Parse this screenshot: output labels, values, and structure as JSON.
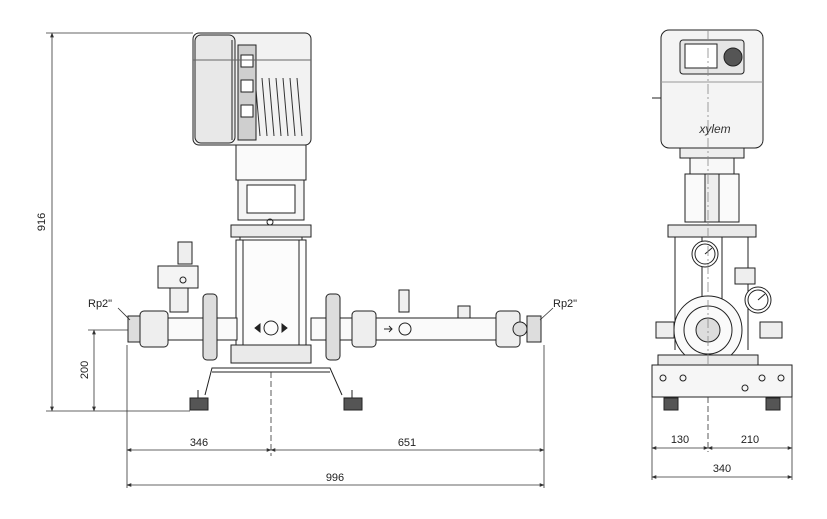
{
  "front_view": {
    "dimensions": {
      "height_total": "916",
      "height_inlet": "200",
      "left_to_axis": "346",
      "axis_to_right": "651",
      "overall_length": "996"
    },
    "connections": {
      "inlet_label": "Rp2\"",
      "outlet_label": "Rp2\""
    }
  },
  "side_view": {
    "brand": "xylem",
    "dimensions": {
      "base_left": "130",
      "base_right": "210",
      "base_total": "340"
    }
  },
  "colors": {
    "line": "#222222",
    "dim_line": "#333333",
    "fill_dark": "#555555",
    "fill_light": "#e6e6e6"
  }
}
